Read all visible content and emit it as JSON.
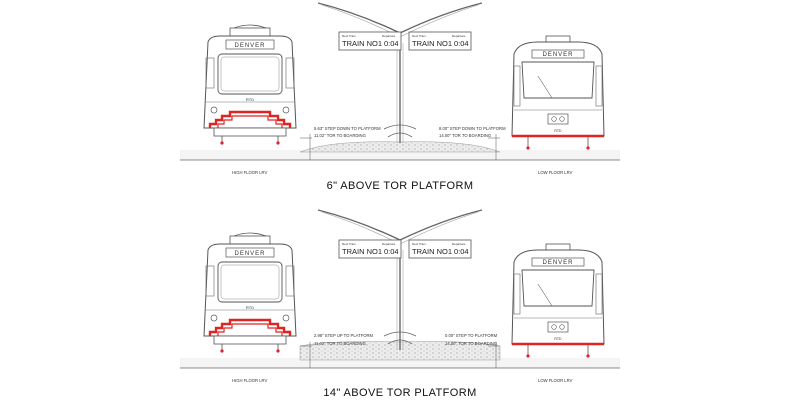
{
  "colors": {
    "line": "#555555",
    "step_red": "#e02424",
    "ground": "#c8c8c8",
    "background": "#ffffff"
  },
  "panels": [
    {
      "title": "6\" ABOVE TOR PLATFORM",
      "left_vehicle": {
        "label": "HIGH FLOOR LRV",
        "brand": "DENVER",
        "mark": "RTD"
      },
      "right_vehicle": {
        "label": "LOW FLOOR LRV",
        "brand": "DENVER",
        "mark": "RTD"
      },
      "left_notes": [
        "5.63\" STEP DOWN TO PLATFORM",
        "11.02\" TOR TO BOARDING"
      ],
      "right_notes": [
        "8.00\" STEP DOWN TO PLATFORM",
        "14.00\" TOR TO BOARDING"
      ],
      "signs": [
        {
          "head_left": "Next Train",
          "head_right": "Departure",
          "train": "TRAIN NO1",
          "time": "0:04"
        },
        {
          "head_left": "Next Train",
          "head_right": "Departure",
          "train": "TRAIN NO1",
          "time": "0:04"
        }
      ]
    },
    {
      "title": "14\" ABOVE TOR PLATFORM",
      "left_vehicle": {
        "label": "HIGH FLOOR LRV",
        "brand": "DENVER",
        "mark": "RTD"
      },
      "right_vehicle": {
        "label": "LOW FLOOR LRV",
        "brand": "DENVER",
        "mark": "RTD"
      },
      "left_notes": [
        "2.98\" STEP UP TO PLATFORM",
        "11.02\" TOR TO BOARDING"
      ],
      "right_notes": [
        "0.00\" STEP TO PLATFORM",
        "14.00\" TOR TO BOARDING"
      ],
      "signs": [
        {
          "head_left": "Next Train",
          "head_right": "Departure",
          "train": "TRAIN NO1",
          "time": "0:04"
        },
        {
          "head_left": "Next Train",
          "head_right": "Departure",
          "train": "TRAIN NO1",
          "time": "0:04"
        }
      ]
    }
  ]
}
